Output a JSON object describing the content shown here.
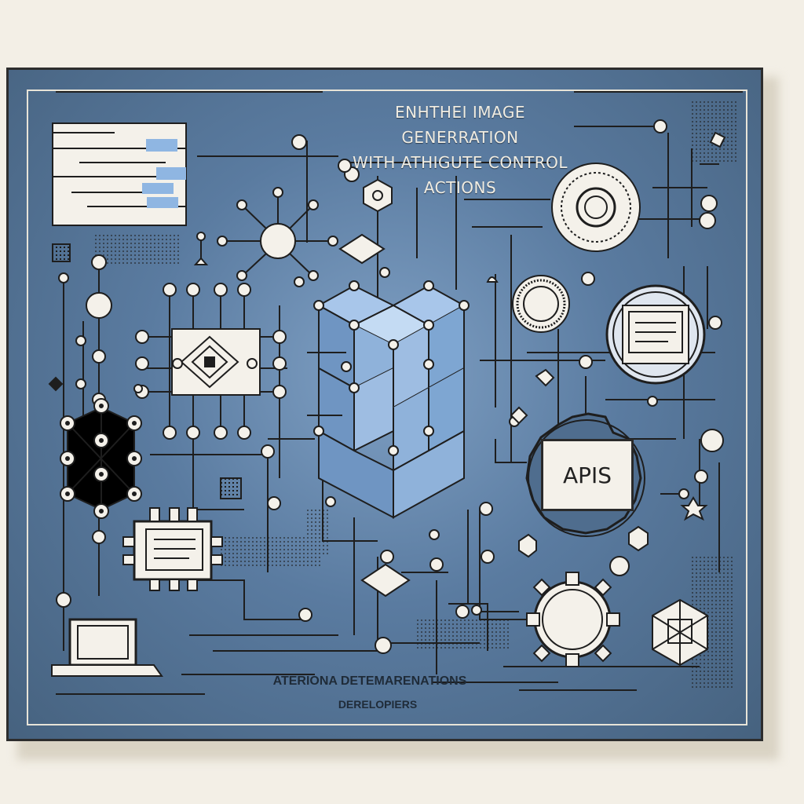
{
  "diagram": {
    "title_line1": "ENHTHEI IMAGE GENERRATION",
    "title_line2": "WITH ATHIGUTE CONTROL ACTIONS",
    "apis_label": "APIS",
    "footer_line1": "ATERIONA DETEMARENATIONS",
    "footer_line2": "DERELOPIERS"
  },
  "colors": {
    "board": "#4f6d8e",
    "line": "#1e1e1e",
    "node_fill": "#f4f1ea",
    "accent_blue": "#8fb6e2",
    "frame": "#2d2d2d"
  }
}
